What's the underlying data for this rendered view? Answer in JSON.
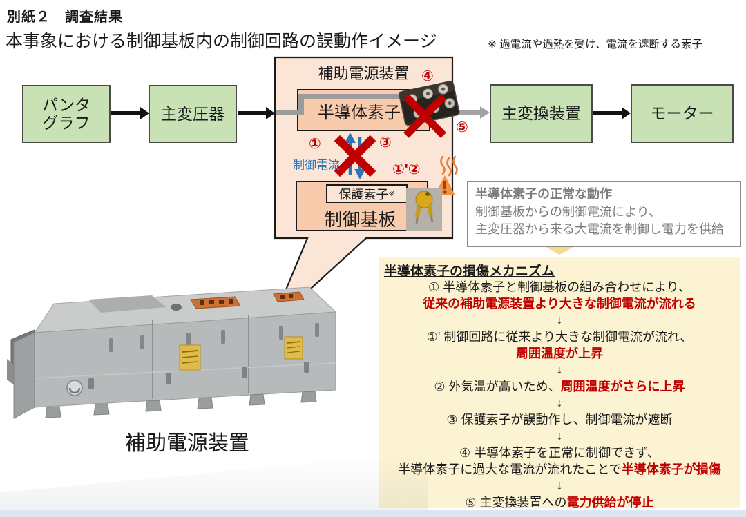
{
  "header": {
    "title": "別紙２　調査結果",
    "subtitle": "本事象における制御基板内の制御回路の誤動作イメージ",
    "footnote": "※ 過電流や過熱を受け、電流を遮断する素子"
  },
  "flow": {
    "pantograph_line1": "パンタ",
    "pantograph_line2": "グラフ",
    "main_transformer": "主変圧器",
    "main_converter": "主変換装置",
    "motor": "モーター"
  },
  "bubble": {
    "title": "補助電源装置",
    "semiconductor_label": "半導体素子",
    "control_current_label": "制御電流",
    "protection_label": "保護素子",
    "protection_ref": "※",
    "board_label": "制御基板",
    "num1": "①",
    "num3": "③",
    "num4": "④",
    "num5": "⑤",
    "num1p2": "①'②"
  },
  "normal_operation": {
    "title": "半導体素子の正常な動作",
    "line1": "制御基板からの制御電流により、",
    "line2": "主変圧器から来る大電流を制御し電力を供給"
  },
  "mechanism": {
    "title": "半導体素子の損傷メカニズム",
    "arrow": "↓",
    "lines": [
      {
        "black": "① 半導体素子と制御基板の組み合わせにより、",
        "red": ""
      },
      {
        "black": "",
        "red": "従来の補助電源装置より大きな制御電流が流れる"
      },
      {
        "black": "①' 制御回路に従来より大きな制御電流が流れ、",
        "red": ""
      },
      {
        "black": "",
        "red": "周囲温度が上昇"
      },
      {
        "black": "② 外気温が高いため、",
        "red": "周囲温度がさらに上昇"
      },
      {
        "black": "③ 保護素子が誤動作し、制御電流が遮断",
        "red": ""
      },
      {
        "black": "④ 半導体素子を正常に制御できず、",
        "red": ""
      },
      {
        "black": "半導体素子に過大な電流が流れたことで",
        "red": "半導体素子が損傷"
      },
      {
        "black": "⑤ 主変換装置への",
        "red": "電力供給が停止"
      }
    ]
  },
  "photo": {
    "caption": "補助電源装置"
  },
  "colors": {
    "accent_red": "#c00000",
    "control_blue": "#2e75b6",
    "green_box": "#c8e2b6",
    "bubble_peach": "#fbe5d6",
    "inner_peach": "#f8cbad",
    "mechanism_yellow": "#fcf3d2",
    "power_line_gray": "#9c9c9c",
    "heat_orange": "#ed7d31"
  }
}
